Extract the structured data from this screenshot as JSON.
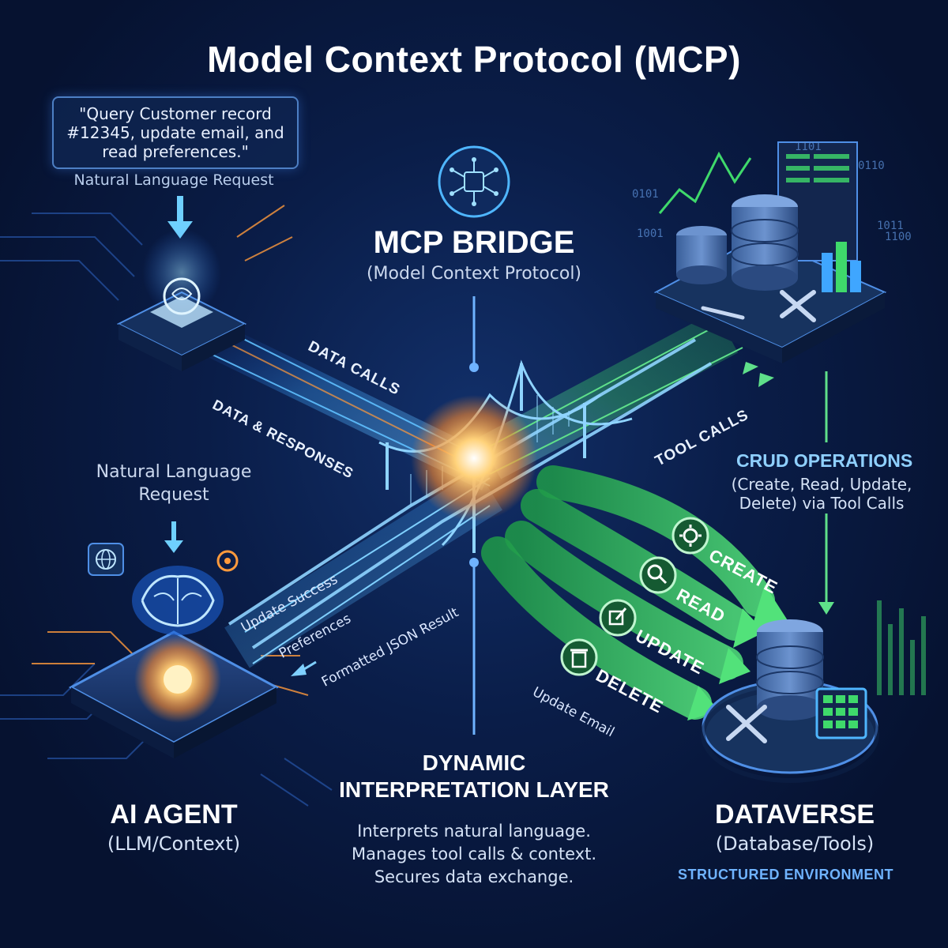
{
  "title": "Model Context Protocol (MCP)",
  "request_box": {
    "lines": [
      "\"Query Customer record",
      "#12345, update email, and",
      "read preferences.\""
    ],
    "caption": "Natural Language Request"
  },
  "bridge": {
    "title": "MCP BRIDGE",
    "subtitle": "(Model Context Protocol)"
  },
  "flows": {
    "data_calls": "DATA CALLS",
    "data_responses": "DATA & RESPONSES",
    "tool_calls": "TOOL CALLS",
    "update_success": "Update Success",
    "preferences": "Preferences",
    "formatted_json": "Formatted JSON Result",
    "update_email": "Update Email"
  },
  "agent_request": {
    "line1": "Natural Language",
    "line2": "Request"
  },
  "crud": {
    "heading": "CRUD OPERATIONS",
    "sub1": "(Create, Read, Update,",
    "sub2": "Delete) via Tool Calls",
    "ops": [
      {
        "label": "CREATE",
        "icon": "gear-icon"
      },
      {
        "label": "READ",
        "icon": "search-icon"
      },
      {
        "label": "UPDATE",
        "icon": "edit-icon"
      },
      {
        "label": "DELETE",
        "icon": "trash-icon"
      }
    ]
  },
  "agent": {
    "title": "AI AGENT",
    "subtitle": "(LLM/Context)"
  },
  "layer": {
    "title1": "DYNAMIC",
    "title2": "INTERPRETATION LAYER",
    "desc": [
      "Interprets natural language.",
      "Manages tool calls & context.",
      "Secures data exchange."
    ]
  },
  "dataverse": {
    "title": "DATAVERSE",
    "subtitle": "(Database/Tools)",
    "tagline": "STRUCTURED ENVIRONMENT"
  },
  "binary_snippets": [
    "1101",
    "0110",
    "1011",
    "1100",
    "0101",
    "1001"
  ],
  "colors": {
    "background": "#061230",
    "blue_accent": "#3fa6ff",
    "green_accent": "#3fd96b",
    "orange_accent": "#ff9a3c"
  }
}
